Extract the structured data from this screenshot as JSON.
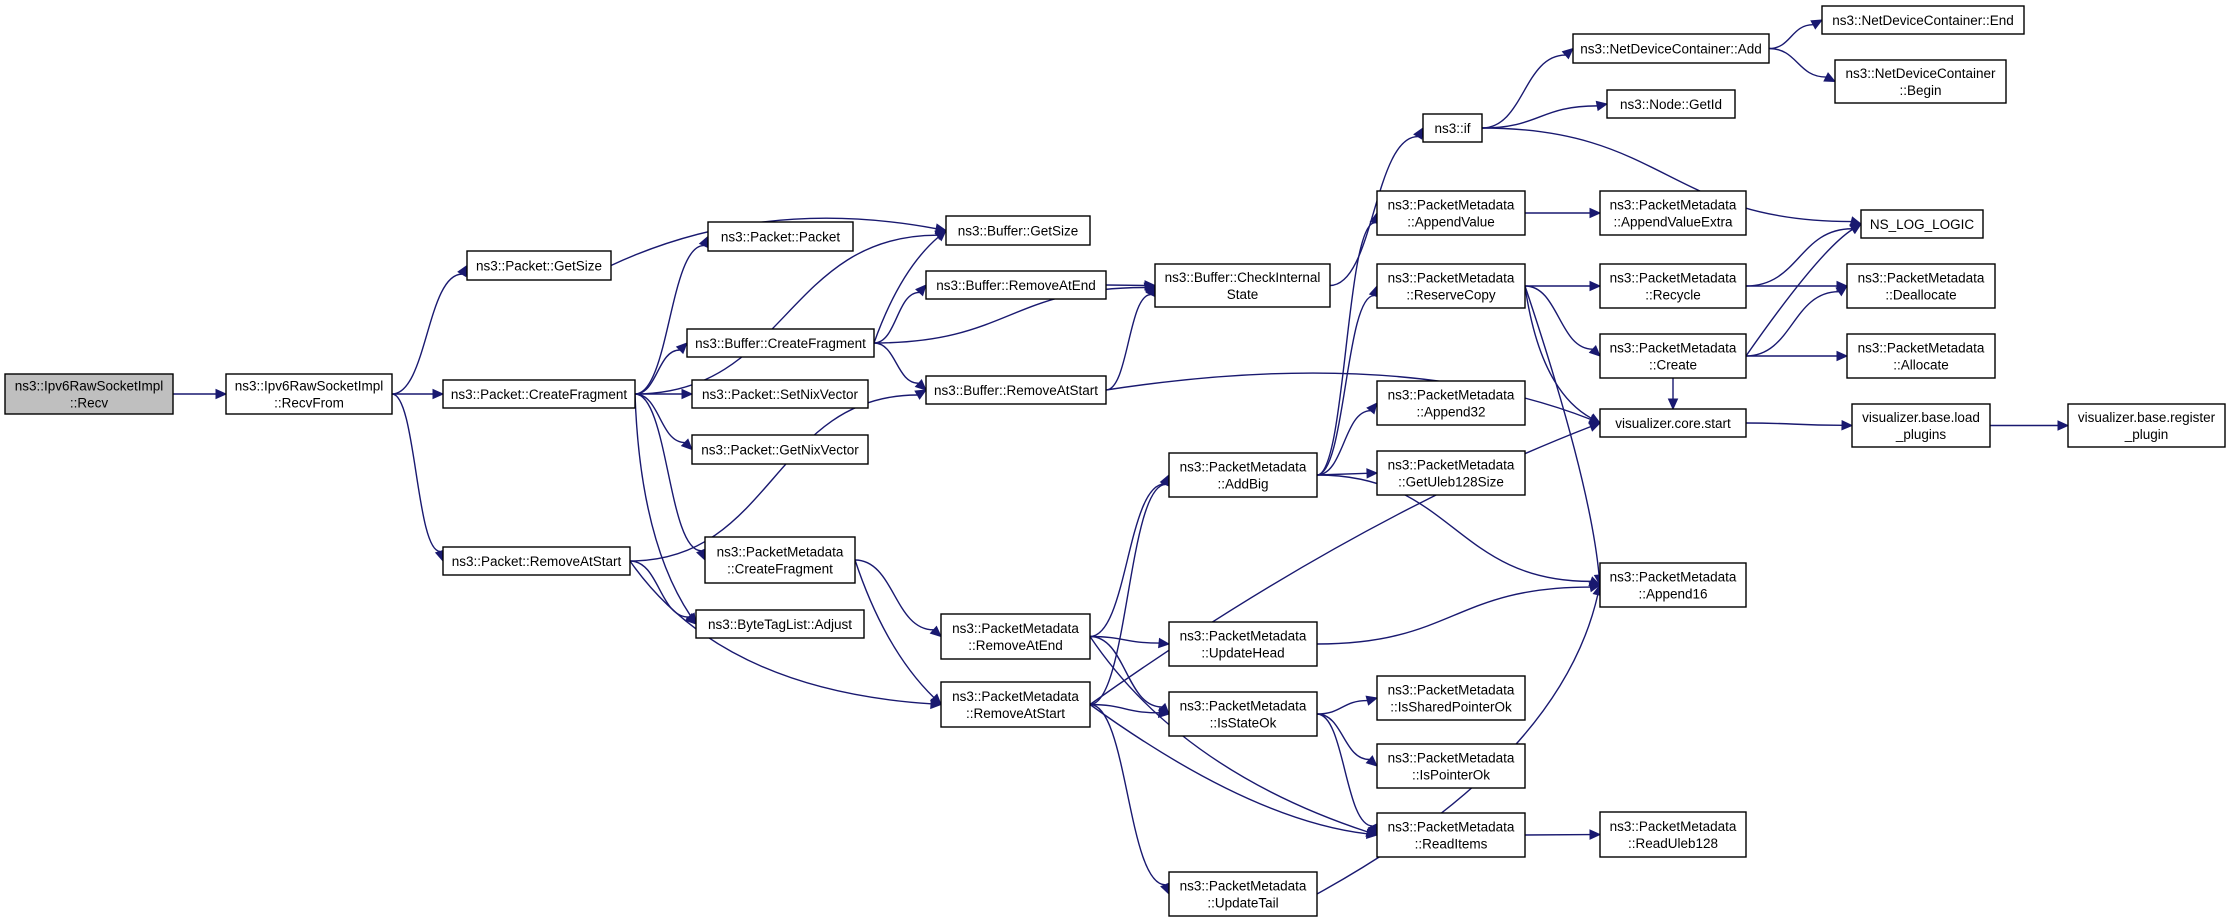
{
  "nodes": [
    {
      "id": "recv",
      "label": [
        "ns3::Ipv6RawSocketImpl",
        "::Recv"
      ]
    },
    {
      "id": "recvfrom",
      "label": [
        "ns3::Ipv6RawSocketImpl",
        "::RecvFrom"
      ]
    },
    {
      "id": "pkt_getsize",
      "label": [
        "ns3::Packet::GetSize"
      ]
    },
    {
      "id": "pkt_createfrag",
      "label": [
        "ns3::Packet::CreateFragment"
      ]
    },
    {
      "id": "pkt_removeatstart",
      "label": [
        "ns3::Packet::RemoveAtStart"
      ]
    },
    {
      "id": "pkt_packet",
      "label": [
        "ns3::Packet::Packet"
      ]
    },
    {
      "id": "buf_createfrag",
      "label": [
        "ns3::Buffer::CreateFragment"
      ]
    },
    {
      "id": "pkt_setnix",
      "label": [
        "ns3::Packet::SetNixVector"
      ]
    },
    {
      "id": "pkt_getnix",
      "label": [
        "ns3::Packet::GetNixVector"
      ]
    },
    {
      "id": "pm_createfrag",
      "label": [
        "ns3::PacketMetadata",
        "::CreateFragment"
      ]
    },
    {
      "id": "btl_adjust",
      "label": [
        "ns3::ByteTagList::Adjust"
      ]
    },
    {
      "id": "buf_getsize",
      "label": [
        "ns3::Buffer::GetSize"
      ]
    },
    {
      "id": "buf_removeatend",
      "label": [
        "ns3::Buffer::RemoveAtEnd"
      ]
    },
    {
      "id": "buf_removeatstart",
      "label": [
        "ns3::Buffer::RemoveAtStart"
      ]
    },
    {
      "id": "pm_removeatend",
      "label": [
        "ns3::PacketMetadata",
        "::RemoveAtEnd"
      ]
    },
    {
      "id": "pm_removeatstart",
      "label": [
        "ns3::PacketMetadata",
        "::RemoveAtStart"
      ]
    },
    {
      "id": "buf_check",
      "label": [
        "ns3::Buffer::CheckInternal",
        "State"
      ]
    },
    {
      "id": "pm_addbig",
      "label": [
        "ns3::PacketMetadata",
        "::AddBig"
      ]
    },
    {
      "id": "pm_updatehead",
      "label": [
        "ns3::PacketMetadata",
        "::UpdateHead"
      ]
    },
    {
      "id": "pm_isstateok",
      "label": [
        "ns3::PacketMetadata",
        "::IsStateOk"
      ]
    },
    {
      "id": "pm_updatetail",
      "label": [
        "ns3::PacketMetadata",
        "::UpdateTail"
      ]
    },
    {
      "id": "ns3_if",
      "label": [
        "ns3::if"
      ]
    },
    {
      "id": "pm_appendvalue",
      "label": [
        "ns3::PacketMetadata",
        "::AppendValue"
      ]
    },
    {
      "id": "pm_reservecopy",
      "label": [
        "ns3::PacketMetadata",
        "::ReserveCopy"
      ]
    },
    {
      "id": "pm_append32",
      "label": [
        "ns3::PacketMetadata",
        "::Append32"
      ]
    },
    {
      "id": "pm_getuleb",
      "label": [
        "ns3::PacketMetadata",
        "::GetUleb128Size"
      ]
    },
    {
      "id": "pm_issharedptr",
      "label": [
        "ns3::PacketMetadata",
        "::IsSharedPointerOk"
      ]
    },
    {
      "id": "pm_isptrok",
      "label": [
        "ns3::PacketMetadata",
        "::IsPointerOk"
      ]
    },
    {
      "id": "pm_readitems",
      "label": [
        "ns3::PacketMetadata",
        "::ReadItems"
      ]
    },
    {
      "id": "ndc_add",
      "label": [
        "ns3::NetDeviceContainer::Add"
      ]
    },
    {
      "id": "node_getid",
      "label": [
        "ns3::Node::GetId"
      ]
    },
    {
      "id": "pm_appendvalueextra",
      "label": [
        "ns3::PacketMetadata",
        "::AppendValueExtra"
      ]
    },
    {
      "id": "pm_recycle",
      "label": [
        "ns3::PacketMetadata",
        "::Recycle"
      ]
    },
    {
      "id": "pm_create",
      "label": [
        "ns3::PacketMetadata",
        "::Create"
      ]
    },
    {
      "id": "viz_start",
      "label": [
        "visualizer.core.start"
      ]
    },
    {
      "id": "pm_append16",
      "label": [
        "ns3::PacketMetadata",
        "::Append16"
      ]
    },
    {
      "id": "pm_readuleb",
      "label": [
        "ns3::PacketMetadata",
        "::ReadUleb128"
      ]
    },
    {
      "id": "ndc_end",
      "label": [
        "ns3::NetDeviceContainer::End"
      ]
    },
    {
      "id": "ndc_begin",
      "label": [
        "ns3::NetDeviceContainer",
        "::Begin"
      ]
    },
    {
      "id": "ns_log_logic",
      "label": [
        "NS_LOG_LOGIC"
      ]
    },
    {
      "id": "pm_dealloc",
      "label": [
        "ns3::PacketMetadata",
        "::Deallocate"
      ]
    },
    {
      "id": "pm_allocate",
      "label": [
        "ns3::PacketMetadata",
        "::Allocate"
      ]
    },
    {
      "id": "viz_load",
      "label": [
        "visualizer.base.load",
        "_plugins"
      ]
    },
    {
      "id": "viz_register",
      "label": [
        "visualizer.base.register",
        "_plugin"
      ]
    }
  ],
  "edges": [
    [
      "recv",
      "recvfrom"
    ],
    [
      "recvfrom",
      "pkt_getsize"
    ],
    [
      "recvfrom",
      "pkt_createfrag"
    ],
    [
      "recvfrom",
      "pkt_removeatstart"
    ],
    [
      "pkt_getsize",
      "buf_getsize"
    ],
    [
      "pkt_createfrag",
      "pkt_packet"
    ],
    [
      "pkt_createfrag",
      "buf_getsize"
    ],
    [
      "pkt_createfrag",
      "buf_createfrag"
    ],
    [
      "pkt_createfrag",
      "pkt_setnix"
    ],
    [
      "pkt_createfrag",
      "pkt_getnix"
    ],
    [
      "pkt_createfrag",
      "pm_createfrag"
    ],
    [
      "pkt_createfrag",
      "btl_adjust"
    ],
    [
      "pkt_removeatstart",
      "buf_removeatstart"
    ],
    [
      "pkt_removeatstart",
      "btl_adjust"
    ],
    [
      "pkt_removeatstart",
      "pm_removeatstart"
    ],
    [
      "buf_createfrag",
      "buf_getsize"
    ],
    [
      "buf_createfrag",
      "buf_removeatend"
    ],
    [
      "buf_createfrag",
      "buf_removeatstart"
    ],
    [
      "buf_createfrag",
      "buf_check"
    ],
    [
      "buf_removeatend",
      "buf_check"
    ],
    [
      "buf_removeatstart",
      "buf_check"
    ],
    [
      "buf_removeatstart",
      "viz_start"
    ],
    [
      "pm_createfrag",
      "pm_removeatend"
    ],
    [
      "pm_createfrag",
      "pm_removeatstart"
    ],
    [
      "pm_removeatend",
      "pm_addbig"
    ],
    [
      "pm_removeatend",
      "pm_updatehead"
    ],
    [
      "pm_removeatend",
      "pm_isstateok"
    ],
    [
      "pm_removeatend",
      "pm_readitems"
    ],
    [
      "pm_removeatstart",
      "pm_addbig"
    ],
    [
      "pm_removeatstart",
      "viz_start"
    ],
    [
      "pm_removeatstart",
      "pm_isstateok"
    ],
    [
      "pm_removeatstart",
      "pm_readitems"
    ],
    [
      "pm_removeatstart",
      "pm_updatetail"
    ],
    [
      "buf_check",
      "ns3_if"
    ],
    [
      "pm_addbig",
      "pm_appendvalue"
    ],
    [
      "pm_addbig",
      "pm_reservecopy"
    ],
    [
      "pm_addbig",
      "pm_append32"
    ],
    [
      "pm_addbig",
      "pm_getuleb"
    ],
    [
      "pm_addbig",
      "pm_append16"
    ],
    [
      "pm_updatehead",
      "pm_append16"
    ],
    [
      "pm_isstateok",
      "pm_issharedptr"
    ],
    [
      "pm_isstateok",
      "pm_isptrok"
    ],
    [
      "pm_isstateok",
      "pm_readitems"
    ],
    [
      "pm_updatetail",
      "pm_append16"
    ],
    [
      "pm_readitems",
      "pm_readuleb"
    ],
    [
      "ns3_if",
      "ndc_add"
    ],
    [
      "ns3_if",
      "node_getid"
    ],
    [
      "ns3_if",
      "ns_log_logic"
    ],
    [
      "ndc_add",
      "ndc_end"
    ],
    [
      "ndc_add",
      "ndc_begin"
    ],
    [
      "pm_appendvalue",
      "pm_appendvalueextra"
    ],
    [
      "pm_reservecopy",
      "pm_recycle"
    ],
    [
      "pm_reservecopy",
      "pm_create"
    ],
    [
      "pm_reservecopy",
      "viz_start"
    ],
    [
      "pm_reservecopy",
      "pm_append16"
    ],
    [
      "pm_recycle",
      "ns_log_logic"
    ],
    [
      "pm_recycle",
      "pm_dealloc"
    ],
    [
      "pm_create",
      "ns_log_logic"
    ],
    [
      "pm_create",
      "pm_dealloc"
    ],
    [
      "pm_create",
      "pm_allocate"
    ],
    [
      "pm_create",
      "viz_start"
    ],
    [
      "viz_start",
      "viz_load"
    ],
    [
      "viz_load",
      "viz_register"
    ]
  ],
  "colors": {
    "edge": "#191970",
    "node_border": "#000000",
    "node_fill": "#ffffff",
    "root_fill": "#bfbfbf"
  }
}
